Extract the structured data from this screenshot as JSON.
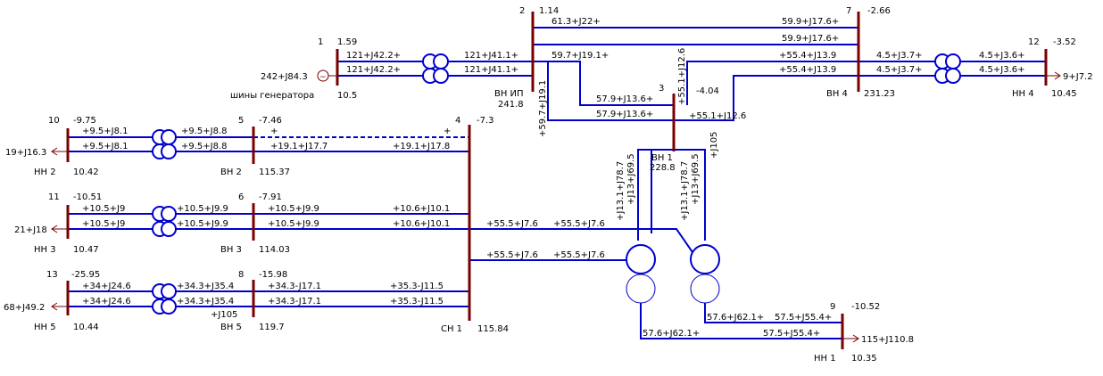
{
  "nodes": [
    {
      "id": "n1",
      "num": "1",
      "u": "1.59",
      "name": "шины генератора",
      "v": "10.5"
    },
    {
      "id": "n2",
      "num": "2",
      "u": "1.14",
      "name": "ВН ИП",
      "v": "241.8"
    },
    {
      "id": "n3",
      "num": "3",
      "u": "-4.04",
      "name": "ВН 1",
      "v": "228.8"
    },
    {
      "id": "n4",
      "num": "4",
      "u": "-7.3",
      "name": "СН 1",
      "v": "115.84"
    },
    {
      "id": "n5",
      "num": "5",
      "u": "-7.46",
      "name": "ВН 2",
      "v": "115.37"
    },
    {
      "id": "n6",
      "num": "6",
      "u": "-7.91",
      "name": "ВН 3",
      "v": "114.03"
    },
    {
      "id": "n7",
      "num": "7",
      "u": "-2.66",
      "name": "ВН 4",
      "v": "231.23"
    },
    {
      "id": "n8",
      "num": "8",
      "u": "-15.98",
      "name": "ВН 5",
      "v": "119.7"
    },
    {
      "id": "n9",
      "num": "9",
      "u": "-10.52",
      "name": "НН 1",
      "v": "10.35"
    },
    {
      "id": "n10",
      "num": "10",
      "u": "-9.75",
      "name": "НН 2",
      "v": "10.42"
    },
    {
      "id": "n11",
      "num": "11",
      "u": "-10.51",
      "name": "НН 3",
      "v": "10.47"
    },
    {
      "id": "n12",
      "num": "12",
      "u": "-3.52",
      "name": "НН 4",
      "v": "10.45"
    },
    {
      "id": "n13",
      "num": "13",
      "u": "-25.95",
      "name": "НН 5",
      "v": "10.44"
    }
  ],
  "generator": {
    "power": "242+J84.3",
    "symbol": "~"
  },
  "loads": [
    {
      "id": "load-nn1",
      "value": "115+J110.8"
    },
    {
      "id": "load-nn2",
      "value": "19+J16.3"
    },
    {
      "id": "load-nn3",
      "value": "21+J18"
    },
    {
      "id": "load-nn4",
      "value": "9+J7.2"
    },
    {
      "id": "load-nn5",
      "value": "68+J49.2"
    }
  ],
  "flows": [
    {
      "id": "f-gen-a",
      "text": "121+J42.2+"
    },
    {
      "id": "f-gen-b",
      "text": "121+J42.2+"
    },
    {
      "id": "f-t1-a",
      "text": "121+J41.1+"
    },
    {
      "id": "f-t1-b",
      "text": "121+J41.1+"
    },
    {
      "id": "f-27-a",
      "text": "61.3+J22+"
    },
    {
      "id": "f-27-b",
      "text": "59.9+J17.6+"
    },
    {
      "id": "f-27-c",
      "text": "59.9+J17.6+"
    },
    {
      "id": "f-23-a",
      "text": "59.7+J19.1+"
    },
    {
      "id": "f-23-b",
      "text": "57.9+J13.6+"
    },
    {
      "id": "f-23-c",
      "text": "57.9+J13.6+"
    },
    {
      "id": "f-2-v",
      "text": "+59.7+J19.1"
    },
    {
      "id": "f-37-a",
      "text": "+55.4+J13.9"
    },
    {
      "id": "f-37-b",
      "text": "+55.4+J13.9"
    },
    {
      "id": "f-37-c",
      "text": "+55.1+J12.6"
    },
    {
      "id": "f-3-v",
      "text": "+55.1+J12.6"
    },
    {
      "id": "f-t4-a",
      "text": "4.5+J3.7+"
    },
    {
      "id": "f-t4-b",
      "text": "4.5+J3.7+"
    },
    {
      "id": "f-t4-c",
      "text": "4.5+J3.6+"
    },
    {
      "id": "f-t4-d",
      "text": "4.5+J3.6+"
    },
    {
      "id": "f-10-a",
      "text": "+9.5+J8.1"
    },
    {
      "id": "f-10-b",
      "text": "+9.5+J8.1"
    },
    {
      "id": "f-5-a",
      "text": "+9.5+J8.8"
    },
    {
      "id": "f-5-b",
      "text": "+9.5+J8.8"
    },
    {
      "id": "f-45-dash",
      "text": "+"
    },
    {
      "id": "f-45-dash2",
      "text": "+"
    },
    {
      "id": "f-45-a",
      "text": "+19.1+J17.7"
    },
    {
      "id": "f-45-b",
      "text": "+19.1+J17.8"
    },
    {
      "id": "f-11-a",
      "text": "+10.5+J9"
    },
    {
      "id": "f-11-b",
      "text": "+10.5+J9"
    },
    {
      "id": "f-6-a",
      "text": "+10.5+J9.9"
    },
    {
      "id": "f-6-b",
      "text": "+10.5+J9.9"
    },
    {
      "id": "f-46-a",
      "text": "+10.5+J9.9"
    },
    {
      "id": "f-46-b",
      "text": "+10.5+J9.9"
    },
    {
      "id": "f-46-c",
      "text": "+10.6+J10.1"
    },
    {
      "id": "f-46-d",
      "text": "+10.6+J10.1"
    },
    {
      "id": "f-13-a",
      "text": "+34+J24.6"
    },
    {
      "id": "f-13-b",
      "text": "+34+J24.6"
    },
    {
      "id": "f-8-a",
      "text": "+34.3+J35.4"
    },
    {
      "id": "f-8-b",
      "text": "+34.3+J35.4"
    },
    {
      "id": "f-8-c",
      "text": "+J105"
    },
    {
      "id": "f-48-a",
      "text": "+34.3-J17.1"
    },
    {
      "id": "f-48-b",
      "text": "+34.3-J17.1"
    },
    {
      "id": "f-48-c",
      "text": "+35.3-J11.5"
    },
    {
      "id": "f-48-d",
      "text": "+35.3-J11.5"
    },
    {
      "id": "f-at-a",
      "text": "+55.5+J7.6"
    },
    {
      "id": "f-at-b",
      "text": "+55.5+J7.6"
    },
    {
      "id": "f-at-c",
      "text": "+55.5+J7.6"
    },
    {
      "id": "f-at-d",
      "text": "+55.5+J7.6"
    },
    {
      "id": "f-at1-v1",
      "text": "+J13.1+J78.7"
    },
    {
      "id": "f-at1-v2",
      "text": "+J13+J69.5"
    },
    {
      "id": "f-at2-v1",
      "text": "+J13.1+J78.7"
    },
    {
      "id": "f-at2-v2",
      "text": "+J13+J69.5"
    },
    {
      "id": "f-3-j105",
      "text": "+J105"
    },
    {
      "id": "f-9-a",
      "text": "57.6+J62.1+"
    },
    {
      "id": "f-9-b",
      "text": "57.5+J55.4+"
    },
    {
      "id": "f-9-c",
      "text": "57.6+J62.1+"
    },
    {
      "id": "f-9-d",
      "text": "57.5+J55.4+"
    }
  ]
}
